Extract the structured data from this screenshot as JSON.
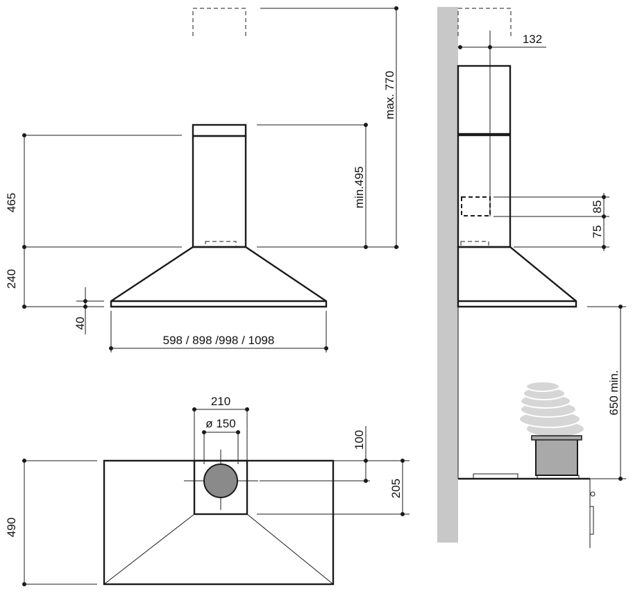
{
  "dimensions": {
    "height_hood": "465",
    "height_canopy": "240",
    "edge_thickness": "40",
    "widths": "598 / 898 /998 / 1098",
    "min_chimney": "min.495",
    "max_chimney": "max. 770",
    "duct_width": "210",
    "duct_diameter": "ø 150",
    "offset_top": "100",
    "depth_duct": "205",
    "depth_hood": "490",
    "wall_offset": "132",
    "bracket_85": "85",
    "bracket_75": "75",
    "min_height_above_hob": "650 min."
  },
  "colors": {
    "line": "#1a1a1a",
    "wall": "#c8c8c8",
    "duct_circle": "#8a8a8a",
    "pot": "#a9a9a9",
    "steam": "#d6d6d6"
  }
}
